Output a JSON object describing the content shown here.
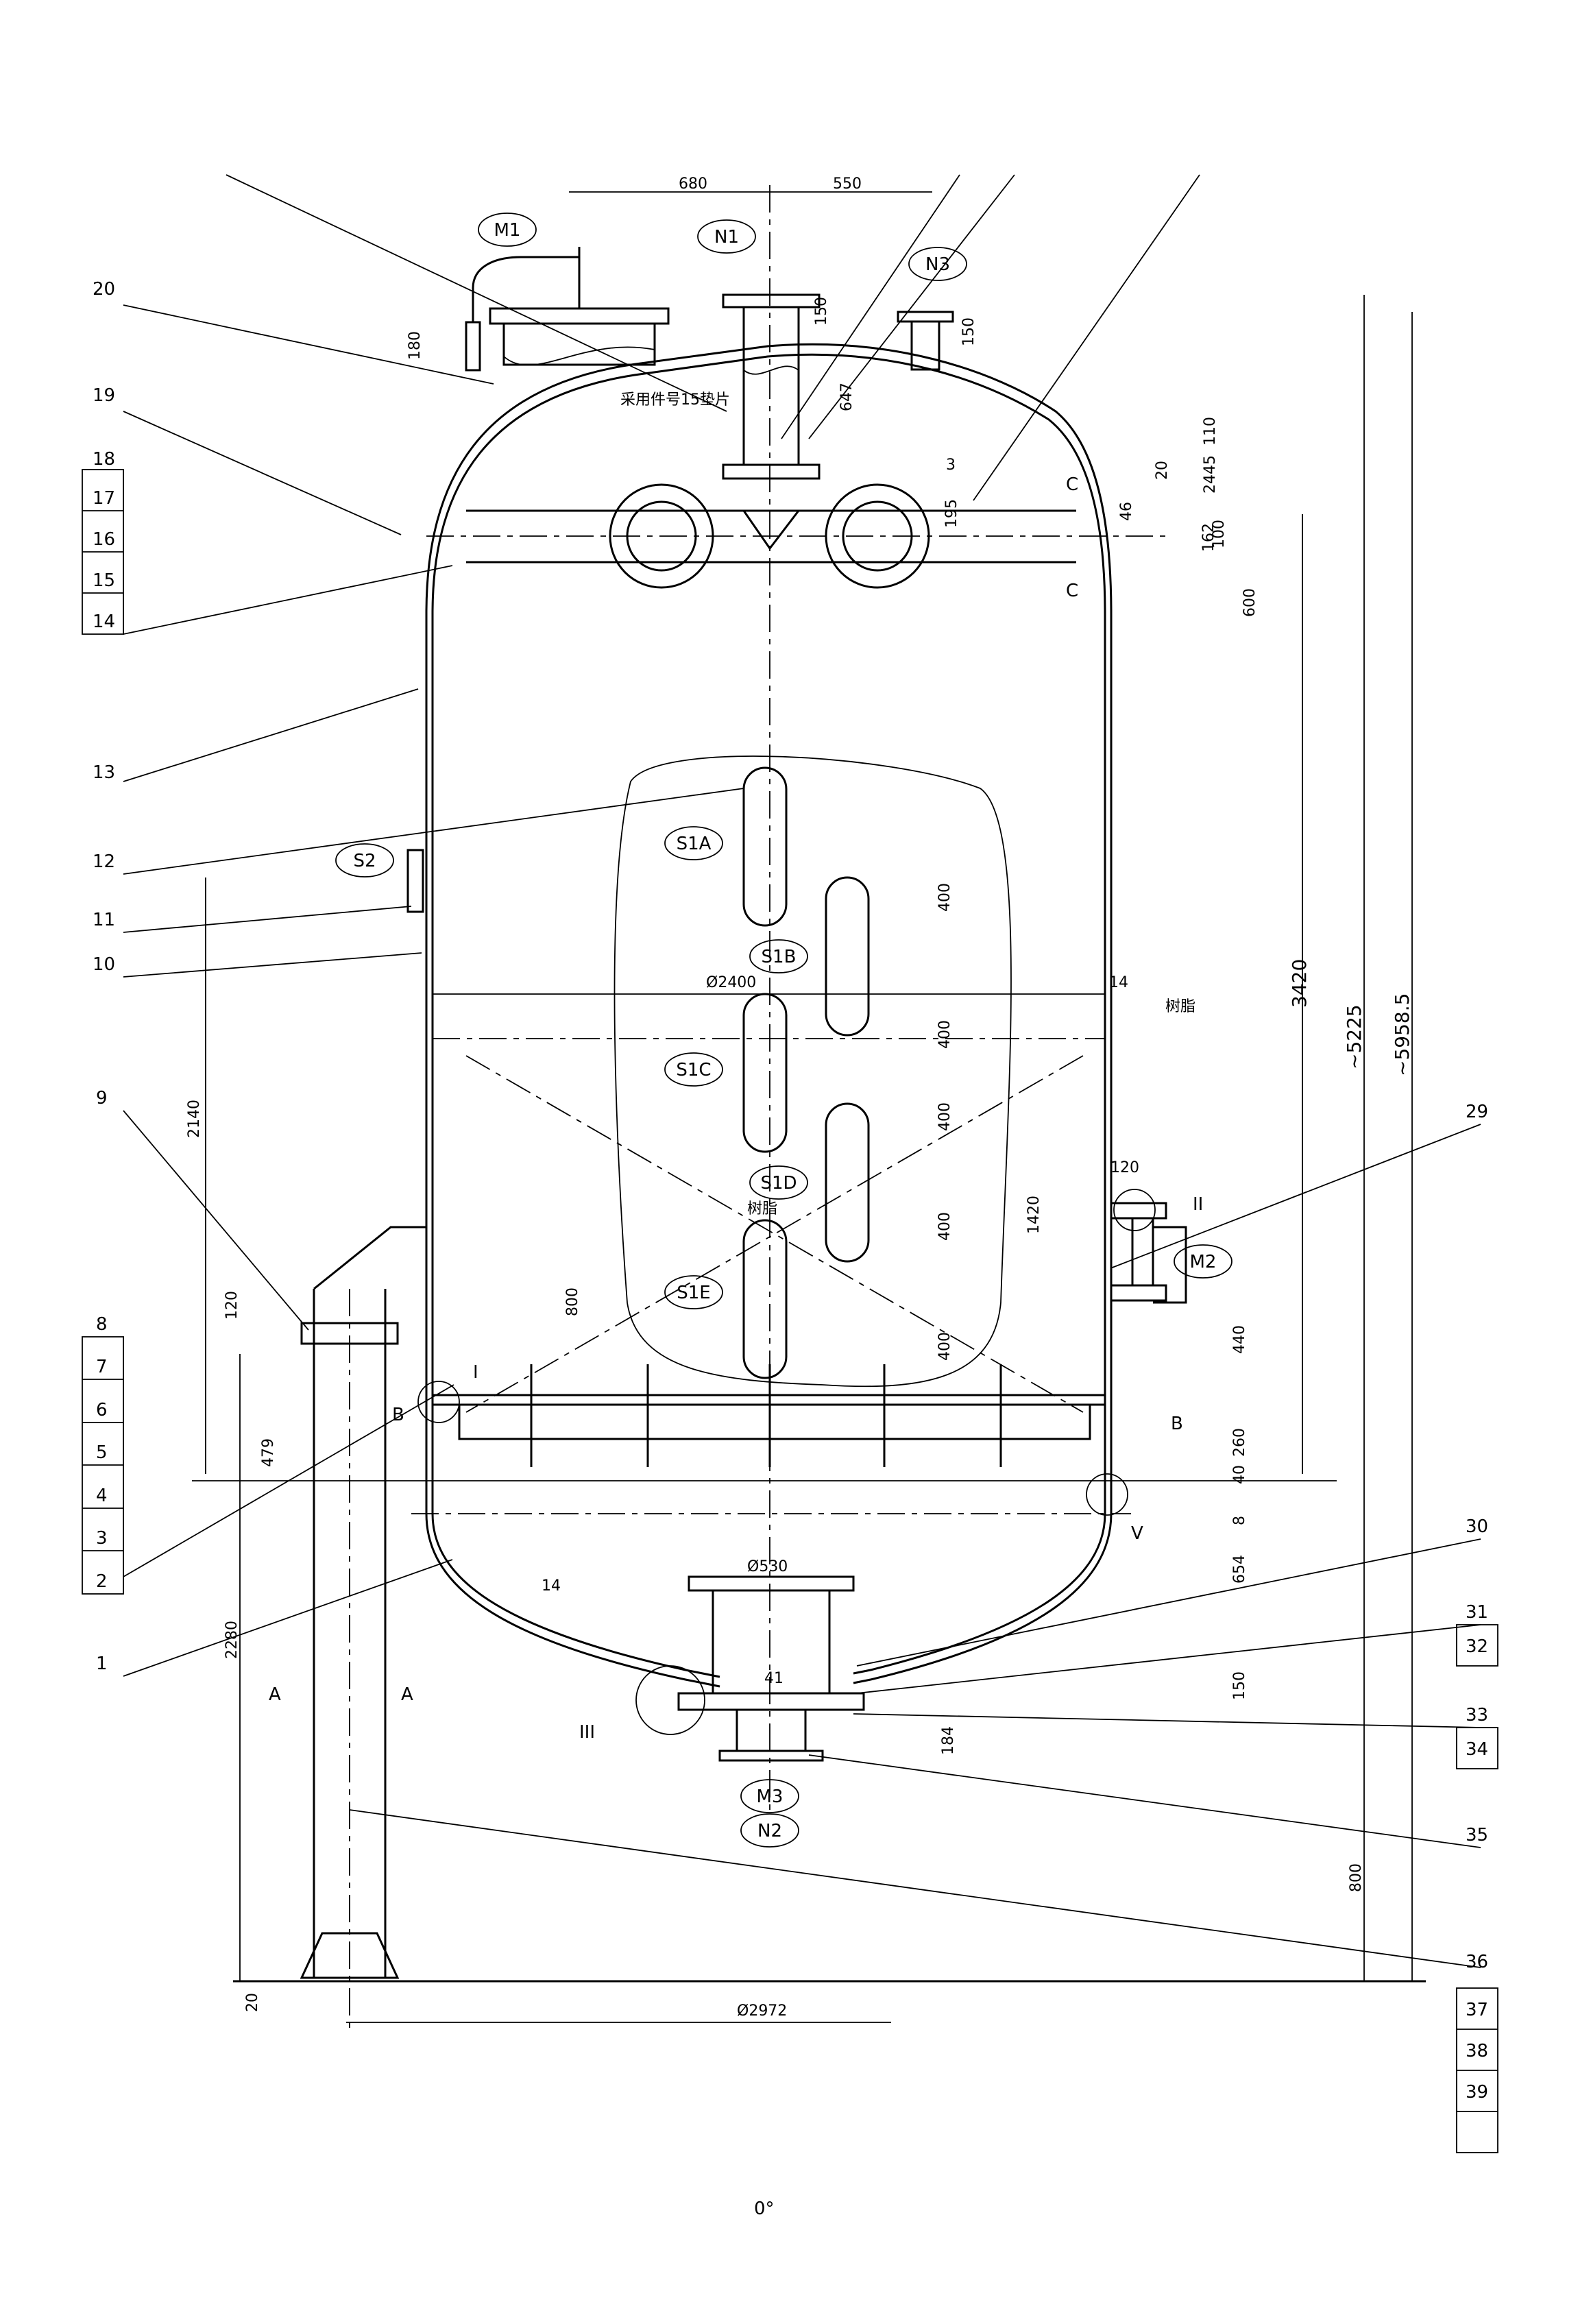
{
  "part_numbers": {
    "left": [
      "20",
      "19",
      "18",
      "17",
      "16",
      "15",
      "14",
      "13",
      "12",
      "11",
      "10",
      "9",
      "8",
      "7",
      "6",
      "5",
      "4",
      "3",
      "2",
      "1"
    ],
    "right": [
      "29",
      "30",
      "31",
      "32",
      "33",
      "34",
      "35",
      "36",
      "37",
      "38",
      "39"
    ]
  },
  "nozzles": [
    "M1",
    "N1",
    "N3",
    "S2",
    "S1A",
    "S1B",
    "S1C",
    "S1D",
    "S1E",
    "M2",
    "M3",
    "N2"
  ],
  "details": [
    "I",
    "II",
    "III",
    "V"
  ],
  "section_marks": [
    "A",
    "A",
    "B",
    "B",
    "C",
    "C"
  ],
  "dimensions": {
    "top": [
      "680",
      "550",
      "150",
      "150",
      "180",
      "647",
      "3",
      "195"
    ],
    "right_top": [
      "110",
      "20",
      "2445",
      "46",
      "100",
      "162",
      "600"
    ],
    "overall": [
      "3420",
      "~5225",
      "~5958.5"
    ],
    "middle": [
      "Ø2400",
      "14",
      "400",
      "400",
      "400",
      "400",
      "400",
      "1420",
      "800",
      "2140"
    ],
    "left_support": [
      "120",
      "479",
      "2280",
      "20"
    ],
    "right_lower": [
      "120",
      "440",
      "260",
      "40",
      "8",
      "654",
      "150",
      "184",
      "800"
    ],
    "bottom": [
      "Ø530",
      "Ø2972",
      "14",
      "41"
    ]
  },
  "notes": {
    "gasket": "采用件号15垫片",
    "resin": "树脂",
    "resin2": "树脂",
    "view_angle": "0°"
  }
}
